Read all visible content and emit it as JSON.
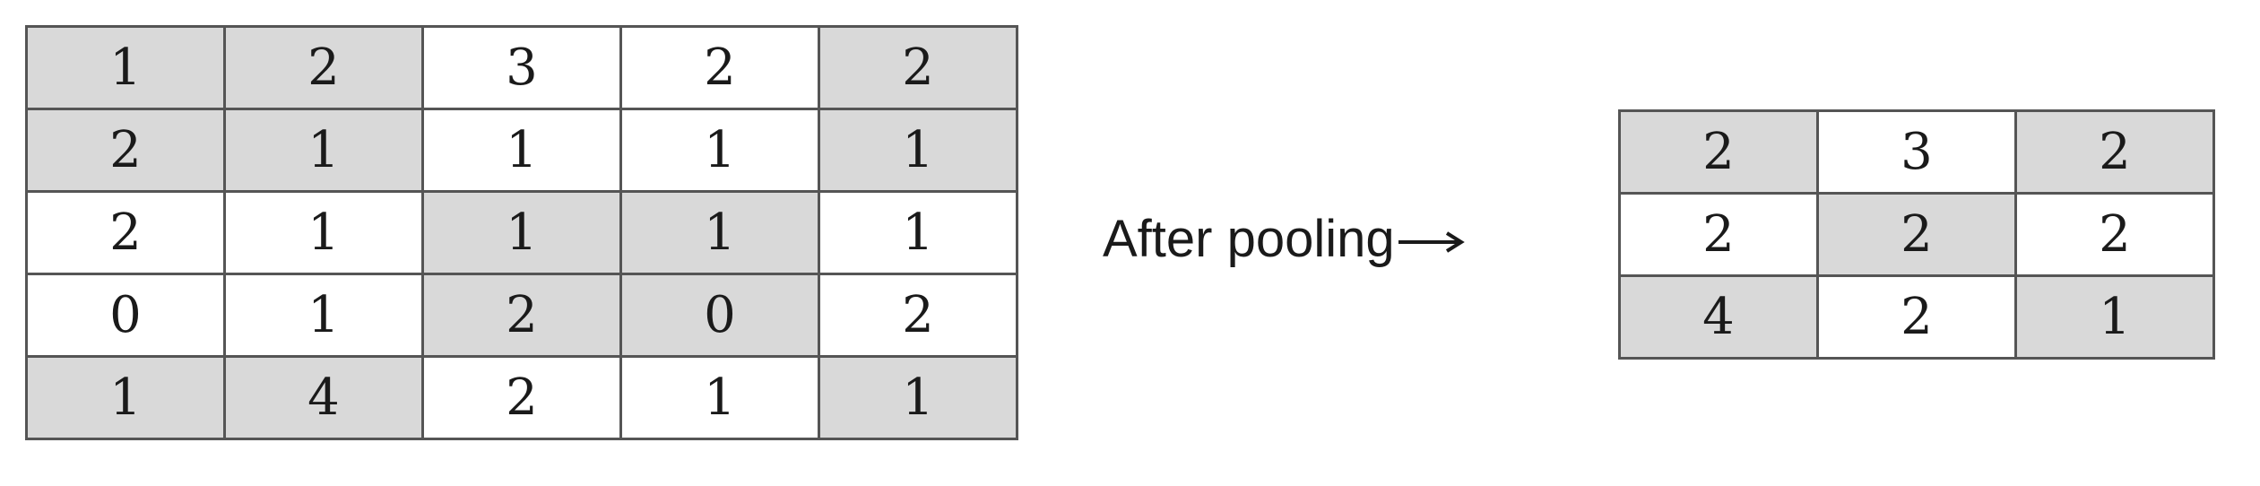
{
  "input_matrix": {
    "rows": [
      [
        1,
        2,
        3,
        2,
        2
      ],
      [
        2,
        1,
        1,
        1,
        1
      ],
      [
        2,
        1,
        1,
        1,
        1
      ],
      [
        0,
        1,
        2,
        0,
        2
      ],
      [
        1,
        4,
        2,
        1,
        1
      ]
    ],
    "shaded": [
      [
        true,
        true,
        false,
        false,
        true
      ],
      [
        true,
        true,
        false,
        false,
        true
      ],
      [
        false,
        false,
        true,
        true,
        false
      ],
      [
        false,
        false,
        true,
        true,
        false
      ],
      [
        true,
        true,
        false,
        false,
        true
      ]
    ]
  },
  "caption": {
    "text": "After pooling",
    "arrow_icon": "right-arrow-icon"
  },
  "output_matrix": {
    "rows": [
      [
        2,
        3,
        2
      ],
      [
        2,
        2,
        2
      ],
      [
        4,
        2,
        1
      ]
    ],
    "shaded": [
      [
        true,
        false,
        true
      ],
      [
        false,
        true,
        false
      ],
      [
        true,
        false,
        true
      ]
    ]
  },
  "colors": {
    "shaded_cell": "#d9d9d9",
    "plain_cell": "#ffffff",
    "border": "#555555",
    "text": "#1a1a1a"
  }
}
